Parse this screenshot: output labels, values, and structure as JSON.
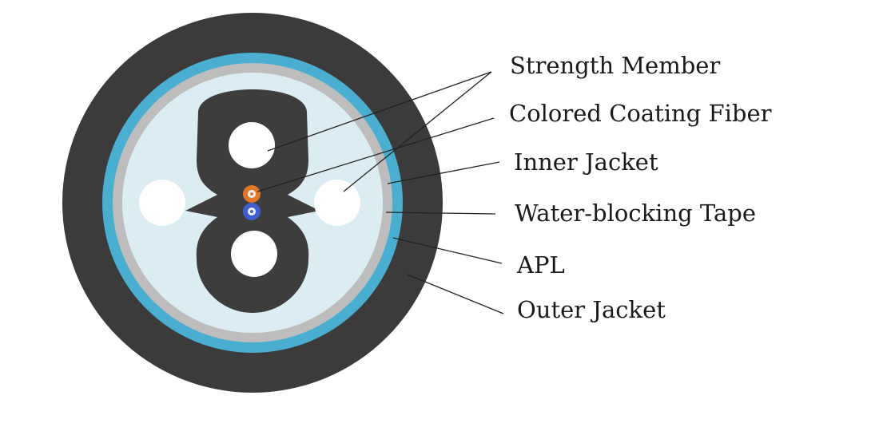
{
  "labels": {
    "strength_member": "Strength Member",
    "colored_coating_fiber": "Colored Coating Fiber",
    "inner_jacket": "Inner Jacket",
    "water_blocking_tape": "Water-blocking Tape",
    "apl": "APL",
    "outer_jacket": "Outer Jacket"
  },
  "colors": {
    "outer_jacket": "#3b3b3b",
    "apl": "#4aaed0",
    "water_blocking_tape": "#bdbdbd",
    "inner_fill": "#dcecf3",
    "inner_jacket": "#3d3d3d",
    "strength_member": "#ffffff",
    "fiber_1": "#e0782a",
    "fiber_2": "#3f5fd0",
    "leader_line": "#222222"
  }
}
